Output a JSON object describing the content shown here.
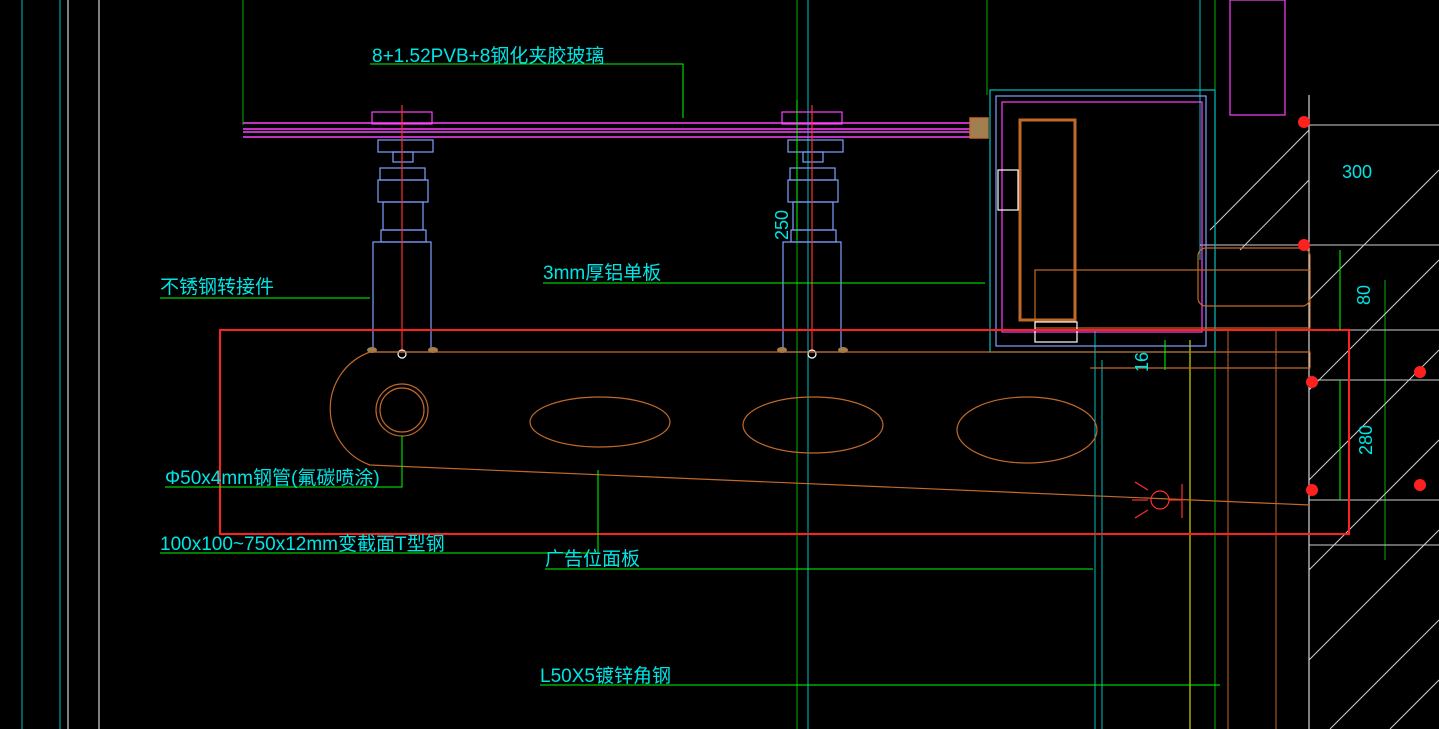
{
  "labels": {
    "glass": "8+1.52PVB+8钢化夹胶玻璃",
    "connector": "不锈钢转接件",
    "aluminum": "3mm厚铝单板",
    "pipe": "Φ50x4mm钢管(氟碳喷涂)",
    "tsteel": "100x100~750x12mm变截面T型钢",
    "ad_panel": "广告位面板",
    "angle": "L50X5镀锌角钢"
  },
  "dimensions": {
    "d250": "250",
    "d300": "300",
    "d80": "80",
    "d16": "16",
    "d280": "280"
  },
  "colors": {
    "background": "#000000",
    "text": "#00e5e5",
    "leader": "#00ff00",
    "glass": "#ff40ff",
    "steel": "#c06a2a",
    "highlight": "#ff2020",
    "fitting": "#7f9fff",
    "wall": "#00c0c0"
  }
}
